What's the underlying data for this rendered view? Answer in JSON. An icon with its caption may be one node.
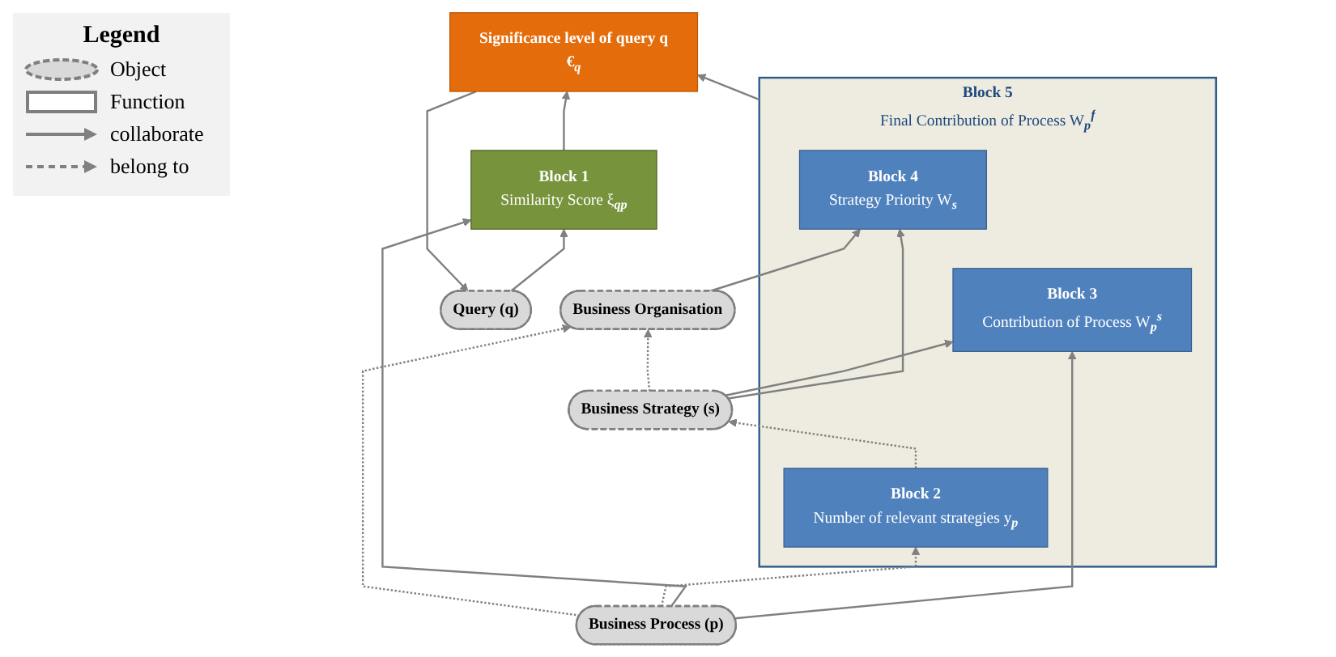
{
  "diagram": {
    "nodes": [
      {
        "text": [
          "Query (q)"
        ]
      },
      {
        "text": [
          "Significance level of query q",
          "€$_{q}$"
        ]
      },
      {
        "text": [
          "Block 1",
          "Similarity Score ξ$_{qp}$"
        ]
      },
      {
        "text": [
          "Block 5",
          "Final Contribution of Process W$_{p}$$^{f}$"
        ]
      },
      {
        "text": [
          "Block 4",
          "Strategy Priority W$_{s}$"
        ],
        "in": 3
      },
      {
        "text": [
          "Block 3",
          "Contribution of Process W$_{p}$$^{s}$"
        ],
        "in": 3
      },
      {
        "text": [
          "Block 2",
          "Number of relevant strategies y$_{p}$"
        ],
        "in": 3
      },
      {
        "text": [
          "Business Organisation"
        ]
      },
      {
        "text": [
          "Business Strategy (s)"
        ]
      },
      {
        "text": [
          "Business Process (p)"
        ]
      }
    ],
    "edges": [
      {
        "from": 0,
        "to": 2,
        "arrow": "to"
      },
      {
        "from": 2,
        "to": 1,
        "arrow": "to"
      },
      {
        "from": 1,
        "to": 0,
        "arrow": "to"
      },
      {
        "from": 3,
        "to": 1,
        "arrow": "to"
      },
      {
        "from": 7,
        "to": 4,
        "arrow": "to"
      },
      {
        "from": 8,
        "to": 4,
        "arrow": "to"
      },
      {
        "from": 8,
        "to": 5,
        "arrow": "to"
      },
      {
        "from": 9,
        "to": 5,
        "arrow": "to"
      },
      {
        "from": 9,
        "to": 2,
        "arrow": "to"
      },
      {
        "from": 6,
        "to": 8,
        "arrow": "to",
        "style": "dashed"
      },
      {
        "from": 9,
        "to": 6,
        "arrow": "to",
        "style": "dashed"
      },
      {
        "from": 8,
        "to": 7,
        "arrow": "to",
        "style": "dashed"
      },
      {
        "from": 9,
        "to": 7,
        "arrow": "to",
        "style": "dashed"
      }
    ],
    "labels": [
      "Legend"
    ],
    "legend": [
      {
        "text": "Object"
      },
      {
        "text": "Function"
      },
      {
        "text": "collaborate"
      },
      {
        "text": "belong to"
      }
    ]
  }
}
